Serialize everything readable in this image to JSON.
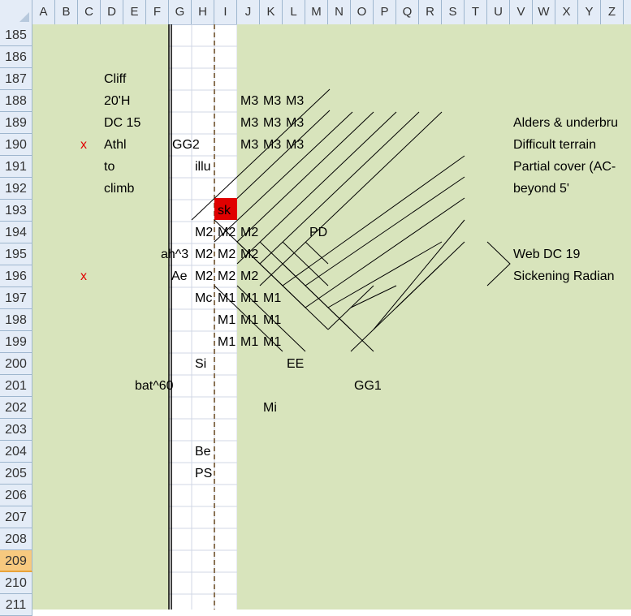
{
  "columns": [
    "A",
    "B",
    "C",
    "D",
    "E",
    "F",
    "G",
    "H",
    "I",
    "J",
    "K",
    "L",
    "M",
    "N",
    "O",
    "P",
    "Q",
    "R",
    "S",
    "T",
    "U",
    "V",
    "W",
    "X",
    "Y",
    "Z"
  ],
  "rows": [
    "185",
    "186",
    "187",
    "188",
    "189",
    "190",
    "191",
    "192",
    "193",
    "194",
    "195",
    "196",
    "197",
    "198",
    "199",
    "200",
    "201",
    "202",
    "203",
    "204",
    "205",
    "206",
    "207",
    "208",
    "209",
    "210",
    "211"
  ],
  "selected_row": "209",
  "colors": {
    "map_fill": "#d8e4bc",
    "grid_line": "#d0d7e5",
    "header_bg": "#e4ecf7",
    "red": "#e00000",
    "selected_header": "#f7c97f"
  },
  "cells": {
    "cliff": "Cliff",
    "height": "20'H",
    "dc15": "DC 15",
    "athl": "Athl",
    "to": "to",
    "climb": "climb",
    "x1": "x",
    "x2": "x",
    "gg2": "GG2",
    "illu": "illu",
    "sk": "sk",
    "m3_188_a": "M3",
    "m3_188_b": "M3",
    "m3_188_c": "M3",
    "m3_189_a": "M3",
    "m3_189_b": "M3",
    "m3_189_c": "M3",
    "m3_190_a": "M3",
    "m3_190_b": "M3",
    "m3_190_c": "M3",
    "m2_194_a": "M2",
    "m2_194_b": "M2",
    "m2_194_c": "M2",
    "ah3": "ah^3",
    "m2_195_a": "M2",
    "m2_195_b": "M2",
    "m2_195_c": "M2",
    "ae": "Ae",
    "m2_196_a": "M2",
    "m2_196_b": "M2",
    "m2_196_c": "M2",
    "mc": "Mc",
    "m1_197_a": "M1",
    "m1_197_b": "M1",
    "m1_197_c": "M1",
    "m1_198_a": "M1",
    "m1_198_b": "M1",
    "m1_198_c": "M1",
    "m1_199_a": "M1",
    "m1_199_b": "M1",
    "m1_199_c": "M1",
    "pd": "PD",
    "si": "Si",
    "ee": "EE",
    "bat60": "bat^60",
    "gg1": "GG1",
    "mi": "Mi",
    "be": "Be",
    "ps": "PS",
    "alders": "Alders & underbru",
    "difficult": "Difficult terrain",
    "partial": "Partial cover (AC-",
    "beyond": "beyond 5'",
    "web": "Web DC 19",
    "sickening": "Sickening Radian"
  }
}
